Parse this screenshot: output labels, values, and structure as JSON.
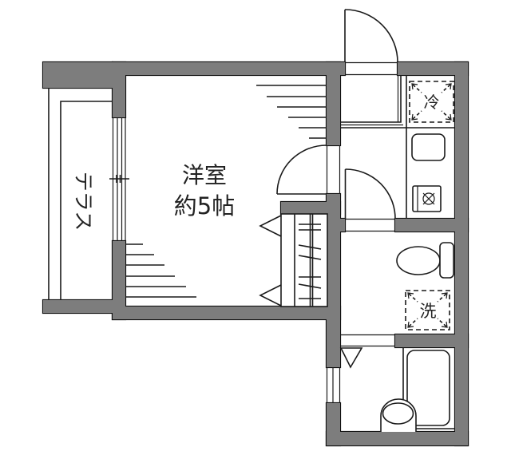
{
  "plan": {
    "rooms": {
      "western_room": {
        "name": "洋室",
        "size": "約5帖"
      },
      "terrace": {
        "name": "テラス"
      }
    },
    "symbols": {
      "refrigerator": "冷",
      "washer": "洗"
    },
    "fixtures": [
      "entrance-door",
      "entrance-step",
      "refrigerator-space",
      "kitchen-sink",
      "gas-stove",
      "closet",
      "toilet",
      "washer-space",
      "bathtub",
      "washbasin",
      "windows",
      "interior-doors"
    ]
  },
  "colors": {
    "wall": "#7d7d7d",
    "line": "#1a1a1a",
    "background": "#ffffff"
  }
}
